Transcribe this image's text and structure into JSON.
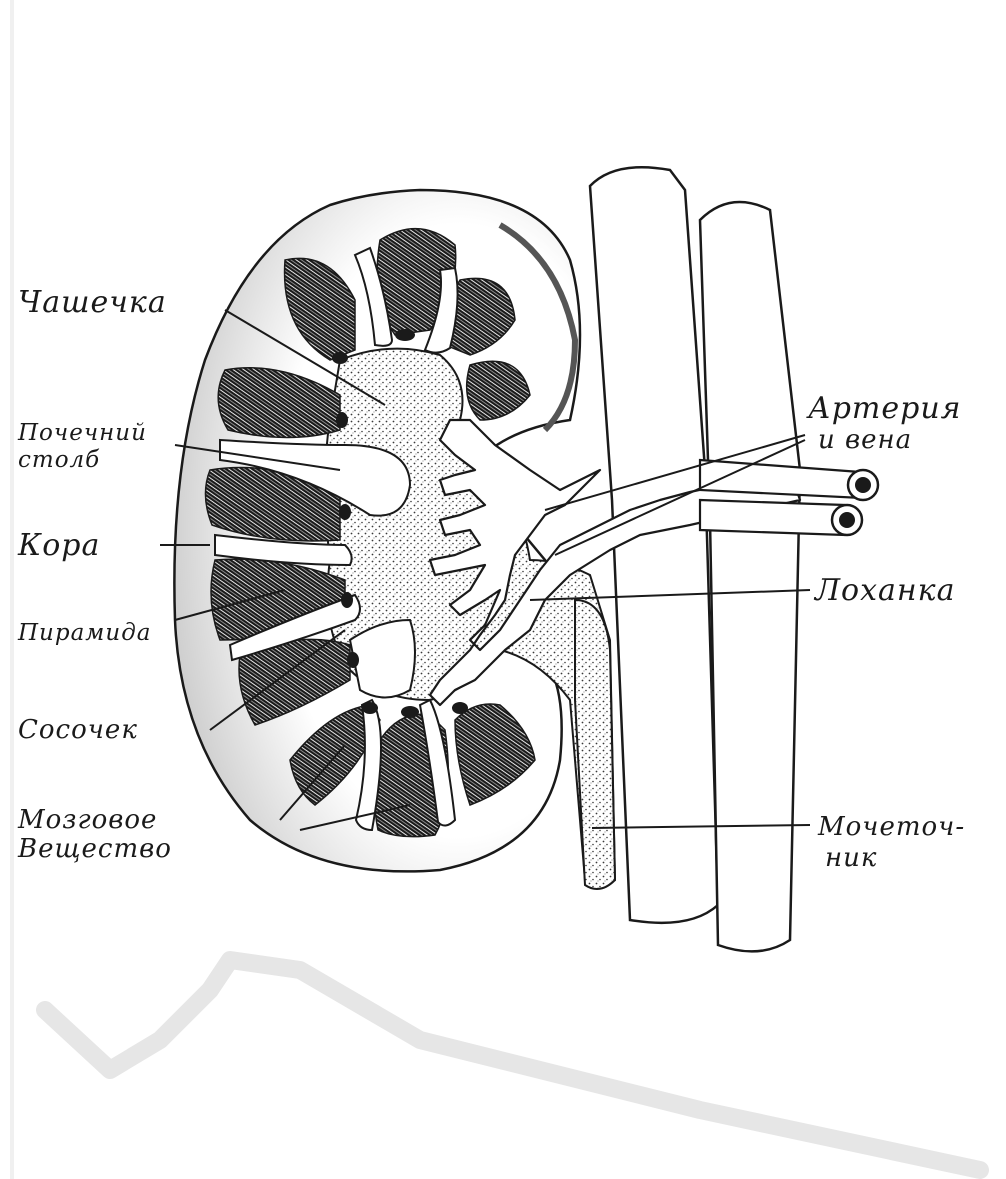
{
  "labels": {
    "calyx": "Чашечка",
    "renal_column_line1": "Почечний",
    "renal_column_line2": "столб",
    "cortex": "Кора",
    "pyramid": "Пирамида",
    "papilla": "Сосочек",
    "medulla_line1": "Мозговое",
    "medulla_line2": "Вещество",
    "artery_vein_line1": "Артерия",
    "artery_vein_line2": "и вена",
    "pelvis": "Лоханка",
    "ureter_line1": "Мочеточ-",
    "ureter_line2": "ник"
  },
  "colors": {
    "ink": "#1a1a1a",
    "paper": "#ffffff",
    "cortex_shade": "#d9d9d9",
    "stipple": "#8a8a8a",
    "watermark": "#e6e6e6"
  }
}
